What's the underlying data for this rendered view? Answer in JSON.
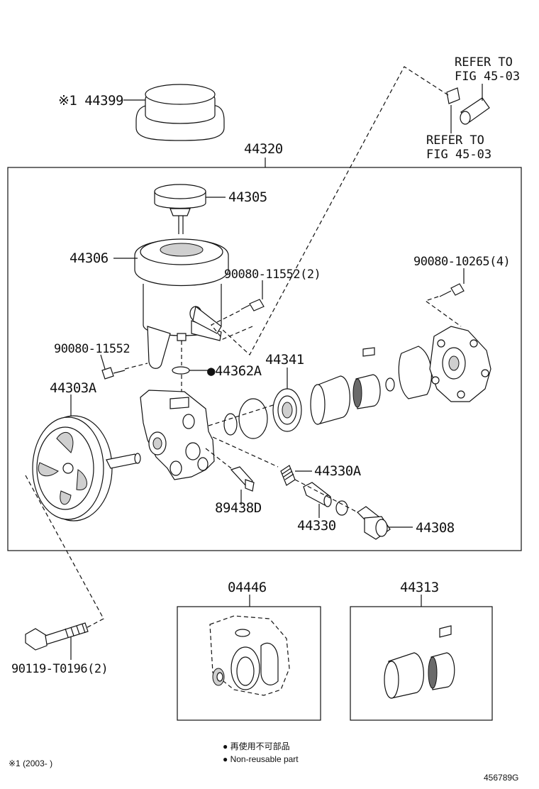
{
  "labels": {
    "p44399": "※1 44399",
    "refer1_l1": "REFER TO",
    "refer1_l2": "FIG 45-03",
    "refer2_l1": "REFER TO",
    "refer2_l2": "FIG 45-03",
    "p44320": "44320",
    "p44305": "44305",
    "p44306": "44306",
    "p90080_11552_2": "90080-11552(2)",
    "p90080_10265_4": "90080-10265(4)",
    "p90080_11552": "90080-11552",
    "p44341": "44341",
    "p44362A": "●44362A",
    "p44303A": "44303A",
    "p44330A": "44330A",
    "p89438D": "89438D",
    "p44330": "44330",
    "p44308": "44308",
    "p04446": "04446",
    "p44313": "44313",
    "p90119": "90119-T0196(2)"
  },
  "legend": {
    "jp": "● 再使用不可部品",
    "en": "● Non-reusable part"
  },
  "footnote": "※1 (2003-      )",
  "figure_id": "456789G"
}
